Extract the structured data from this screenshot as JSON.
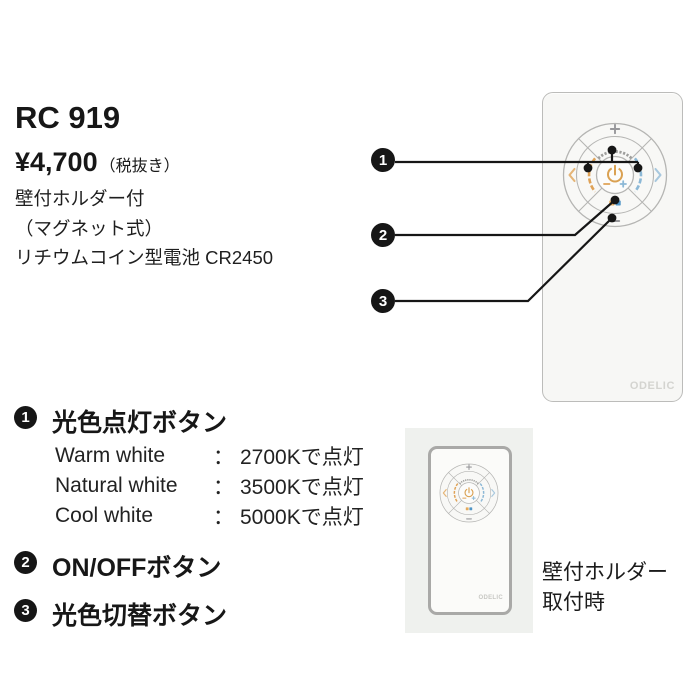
{
  "product": {
    "model": "RC 919",
    "price": "¥4,700",
    "price_note": "（税抜き）",
    "spec_lines": [
      "壁付ホルダー付",
      "（マグネット式）",
      "リチウムコイン型電池 CR2450"
    ]
  },
  "remote": {
    "brand": "ODELIC",
    "accent_orange": "#dfa257",
    "accent_blue": "#8cb8d6",
    "pad_icons": [
      "plus-icon",
      "minus-icon",
      "left-chevron-icon",
      "right-chevron-icon",
      "warm-dim-arc-icon",
      "cool-dim-arc-icon",
      "power-icon",
      "color-switch-icon"
    ]
  },
  "legend": {
    "colon": "：",
    "items": [
      {
        "num": "1",
        "label": "光色点灯ボタン"
      },
      {
        "num": "2",
        "label": "ON/OFFボタン"
      },
      {
        "num": "3",
        "label": "光色切替ボタン"
      }
    ],
    "color_modes": [
      {
        "name": "Warm white",
        "value": "2700Kで点灯"
      },
      {
        "name": "Natural white",
        "value": "3500Kで点灯"
      },
      {
        "name": "Cool white",
        "value": "5000Kで点灯"
      }
    ]
  },
  "holder": {
    "caption_line1": "壁付ホルダー",
    "caption_line2": "取付時"
  }
}
